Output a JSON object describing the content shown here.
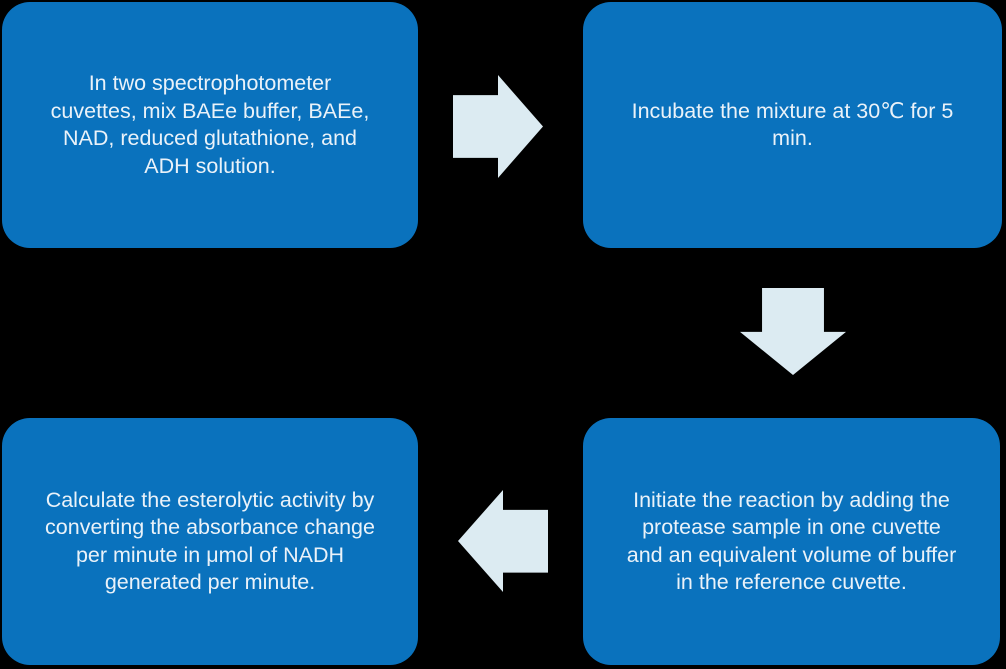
{
  "diagram": {
    "colors": {
      "background": "#000000",
      "box_fill": "#0a72bd",
      "arrow_fill": "#dcebf2",
      "text": "#eaf2f9"
    },
    "steps": [
      {
        "text": "In two spectrophotometer\ncuvettes, mix BAEe buffer, BAEe,\nNAD, reduced glutathione, and\nADH solution."
      },
      {
        "text": "Incubate the mixture at 30℃ for 5\nmin."
      },
      {
        "text": "Initiate the reaction by adding the\nprotease sample in one cuvette\nand an equivalent volume of buffer\nin the reference cuvette."
      },
      {
        "text": "Calculate the esterolytic activity by\nconverting the absorbance change\nper minute in μmol of NADH\ngenerated per minute."
      }
    ],
    "arrows": [
      {
        "direction": "right",
        "from_step": 1,
        "to_step": 2
      },
      {
        "direction": "down",
        "from_step": 2,
        "to_step": 3
      },
      {
        "direction": "left",
        "from_step": 3,
        "to_step": 4
      }
    ]
  }
}
